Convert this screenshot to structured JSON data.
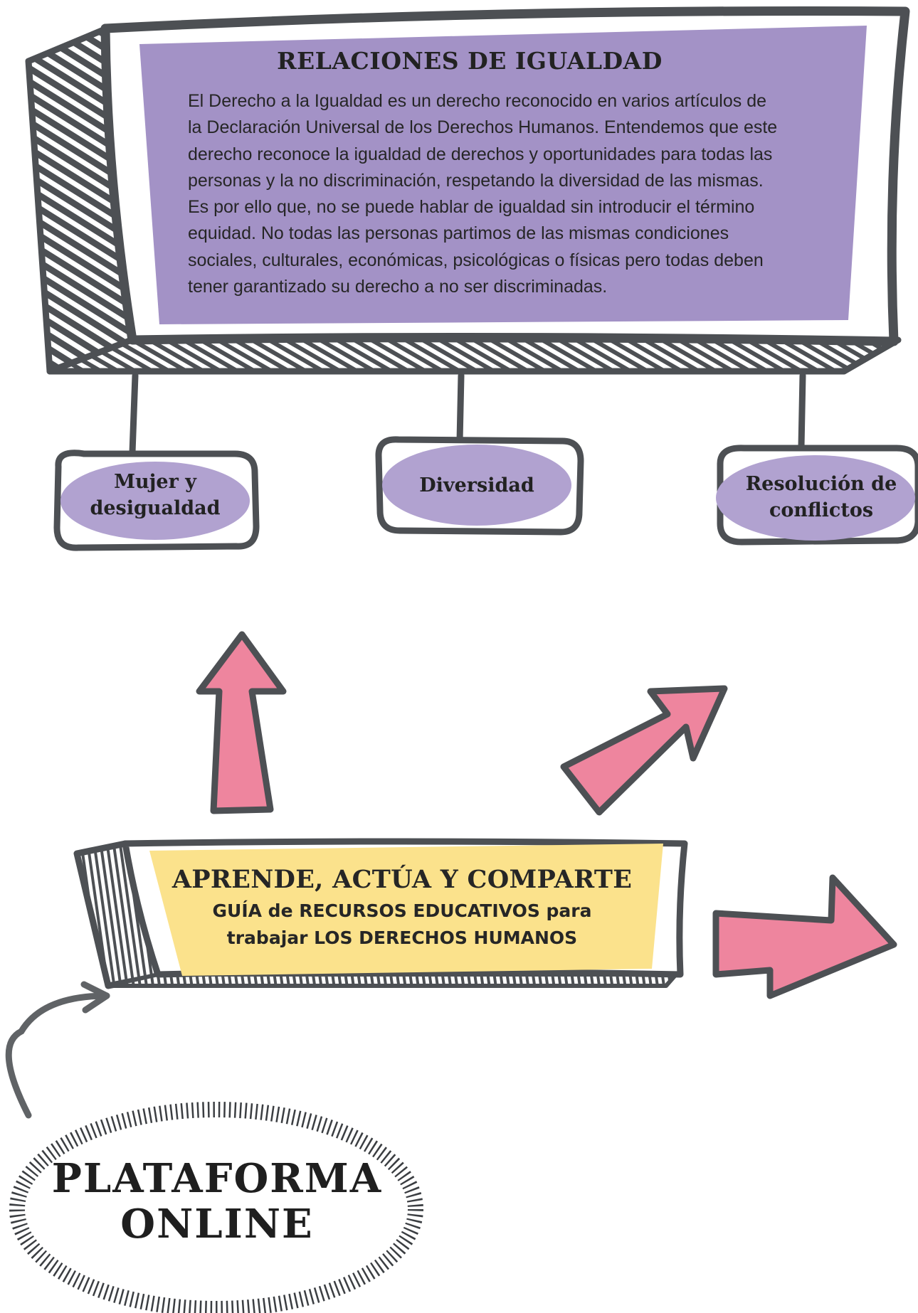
{
  "header": {
    "title": "RELACIONES DE IGUALDAD",
    "lines": [
      "El Derecho a la Igualdad es un derecho reconocido en varios artículos de",
      "la Declaración Universal de los Derechos Humanos. Entendemos que este",
      "derecho reconoce la igualdad de derechos y oportunidades para todas las",
      "personas y la no discriminación, respetando la diversidad de las mismas.",
      "Es por ello que, no se puede hablar de igualdad sin introducir el término",
      "equidad. No todas las personas partimos de las mismas condiciones",
      "sociales, culturales, económicas, psicológicas o físicas pero todas deben",
      "tener garantizado su derecho a no ser discriminadas."
    ]
  },
  "nodes": [
    {
      "line1": "Mujer y",
      "line2": "desigualdad"
    },
    {
      "line1": "Diversidad",
      "line2": ""
    },
    {
      "line1": "Resolución de",
      "line2": "conflictos"
    }
  ],
  "guide": {
    "title": "APRENDE, ACTÚA Y COMPARTE",
    "sub_line1": "GUÍA de RECURSOS EDUCATIVOS para",
    "sub_line2": "trabajar LOS DERECHOS HUMANOS"
  },
  "platform": {
    "line1": "PLATAFORMA",
    "line2": "ONLINE"
  },
  "colors": {
    "purple_panel": "#A392C6",
    "purple_node": "#B1A2D0",
    "pink_arrow": "#EE859E",
    "yellow_panel": "#FBE28C",
    "outline": "#4D5054"
  }
}
